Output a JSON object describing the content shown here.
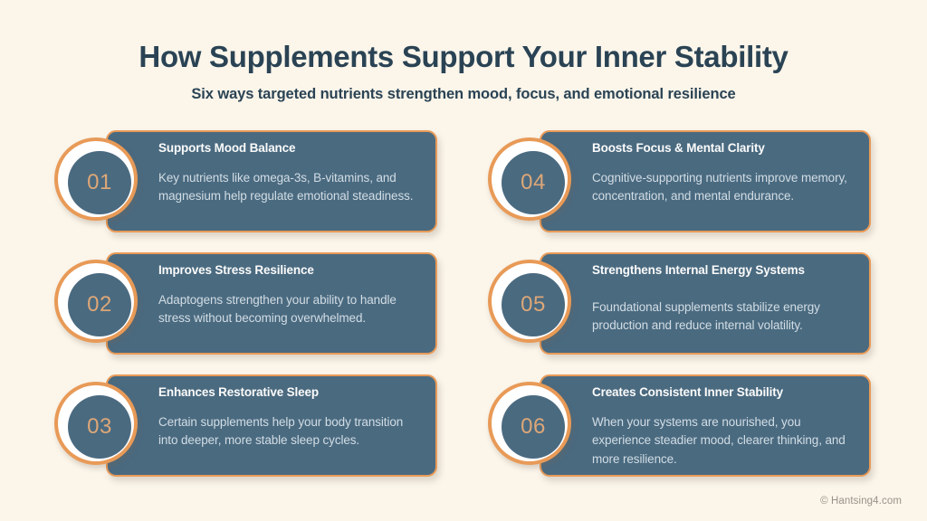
{
  "header": {
    "title": "How Supplements Support Your Inner Stability",
    "subtitle": "Six ways targeted nutrients strengthen mood, focus, and emotional resilience"
  },
  "colors": {
    "background": "#FBF5EA",
    "card_fill": "#4A6A80",
    "card_border": "#E89A57",
    "accent_orange": "#E89A57",
    "badge_number": "#DDA777",
    "title_text": "#2A4354",
    "card_heading_text": "#FBFBFA",
    "card_body_text": "#D2DDE4",
    "footer_text": "#9A9288"
  },
  "cards": [
    {
      "number": "01",
      "heading": "Supports Mood Balance",
      "body": "Key nutrients like omega-3s, B-vitamins, and magnesium help regulate emotional steadiness.",
      "column": "left"
    },
    {
      "number": "02",
      "heading": "Improves Stress Resilience",
      "body": "Adaptogens strengthen your ability to handle stress without becoming overwhelmed.",
      "column": "left"
    },
    {
      "number": "03",
      "heading": "Enhances Restorative Sleep",
      "body": "Certain supplements help your body transition into deeper, more stable sleep cycles.",
      "column": "left"
    },
    {
      "number": "04",
      "heading": "Boosts Focus & Mental Clarity",
      "body": "Cognitive-supporting nutrients improve memory, concentration, and mental endurance.",
      "column": "right"
    },
    {
      "number": "05",
      "heading": "Strengthens Internal Energy Systems",
      "body": "Foundational supplements stabilize energy production and reduce internal volatility.",
      "column": "right"
    },
    {
      "number": "06",
      "heading": "Creates Consistent Inner Stability",
      "body": "When your systems are nourished, you experience steadier mood, clearer thinking, and more resilience.",
      "column": "right"
    }
  ],
  "footer": {
    "attribution": "© Hantsing4.com"
  }
}
